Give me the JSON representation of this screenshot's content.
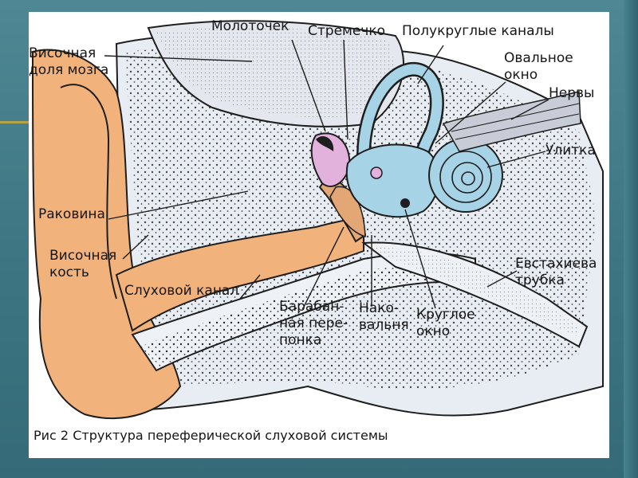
{
  "diagram": {
    "labels": {
      "temporal_lobe": "Височная\nдоля мозга",
      "malleus": "Молоточек",
      "stapes": "Стремечко",
      "semicircular_canals": "Полукруглые каналы",
      "oval_window": "Овальное\nокно",
      "nerves": "Нервы",
      "cochlea": "Улитка",
      "pinna": "Раковина",
      "temporal_bone": "Височная\nкость",
      "ear_canal": "Слуховой канал",
      "eardrum": "Барабан-\nная пере-\nпонка",
      "incus": "Нако-\nвальня",
      "round_window": "Круглое\nокно",
      "eustachian_tube": "Евстахиева\nтрубка"
    },
    "caption": "Рис 2 Структура переферической слуховой системы"
  },
  "colors": {
    "slide_background": "#3f7784",
    "accent_line": "#b7a24c",
    "outer_ear": "#f2b27c",
    "bone": "#dfe7f0",
    "bone_dots": "#2b2b2b",
    "inner_ear": "#a7d3e6",
    "malleus_stapes": "#e2b2dd",
    "incus": "#e2a774",
    "brain": "#dfe2ea"
  }
}
